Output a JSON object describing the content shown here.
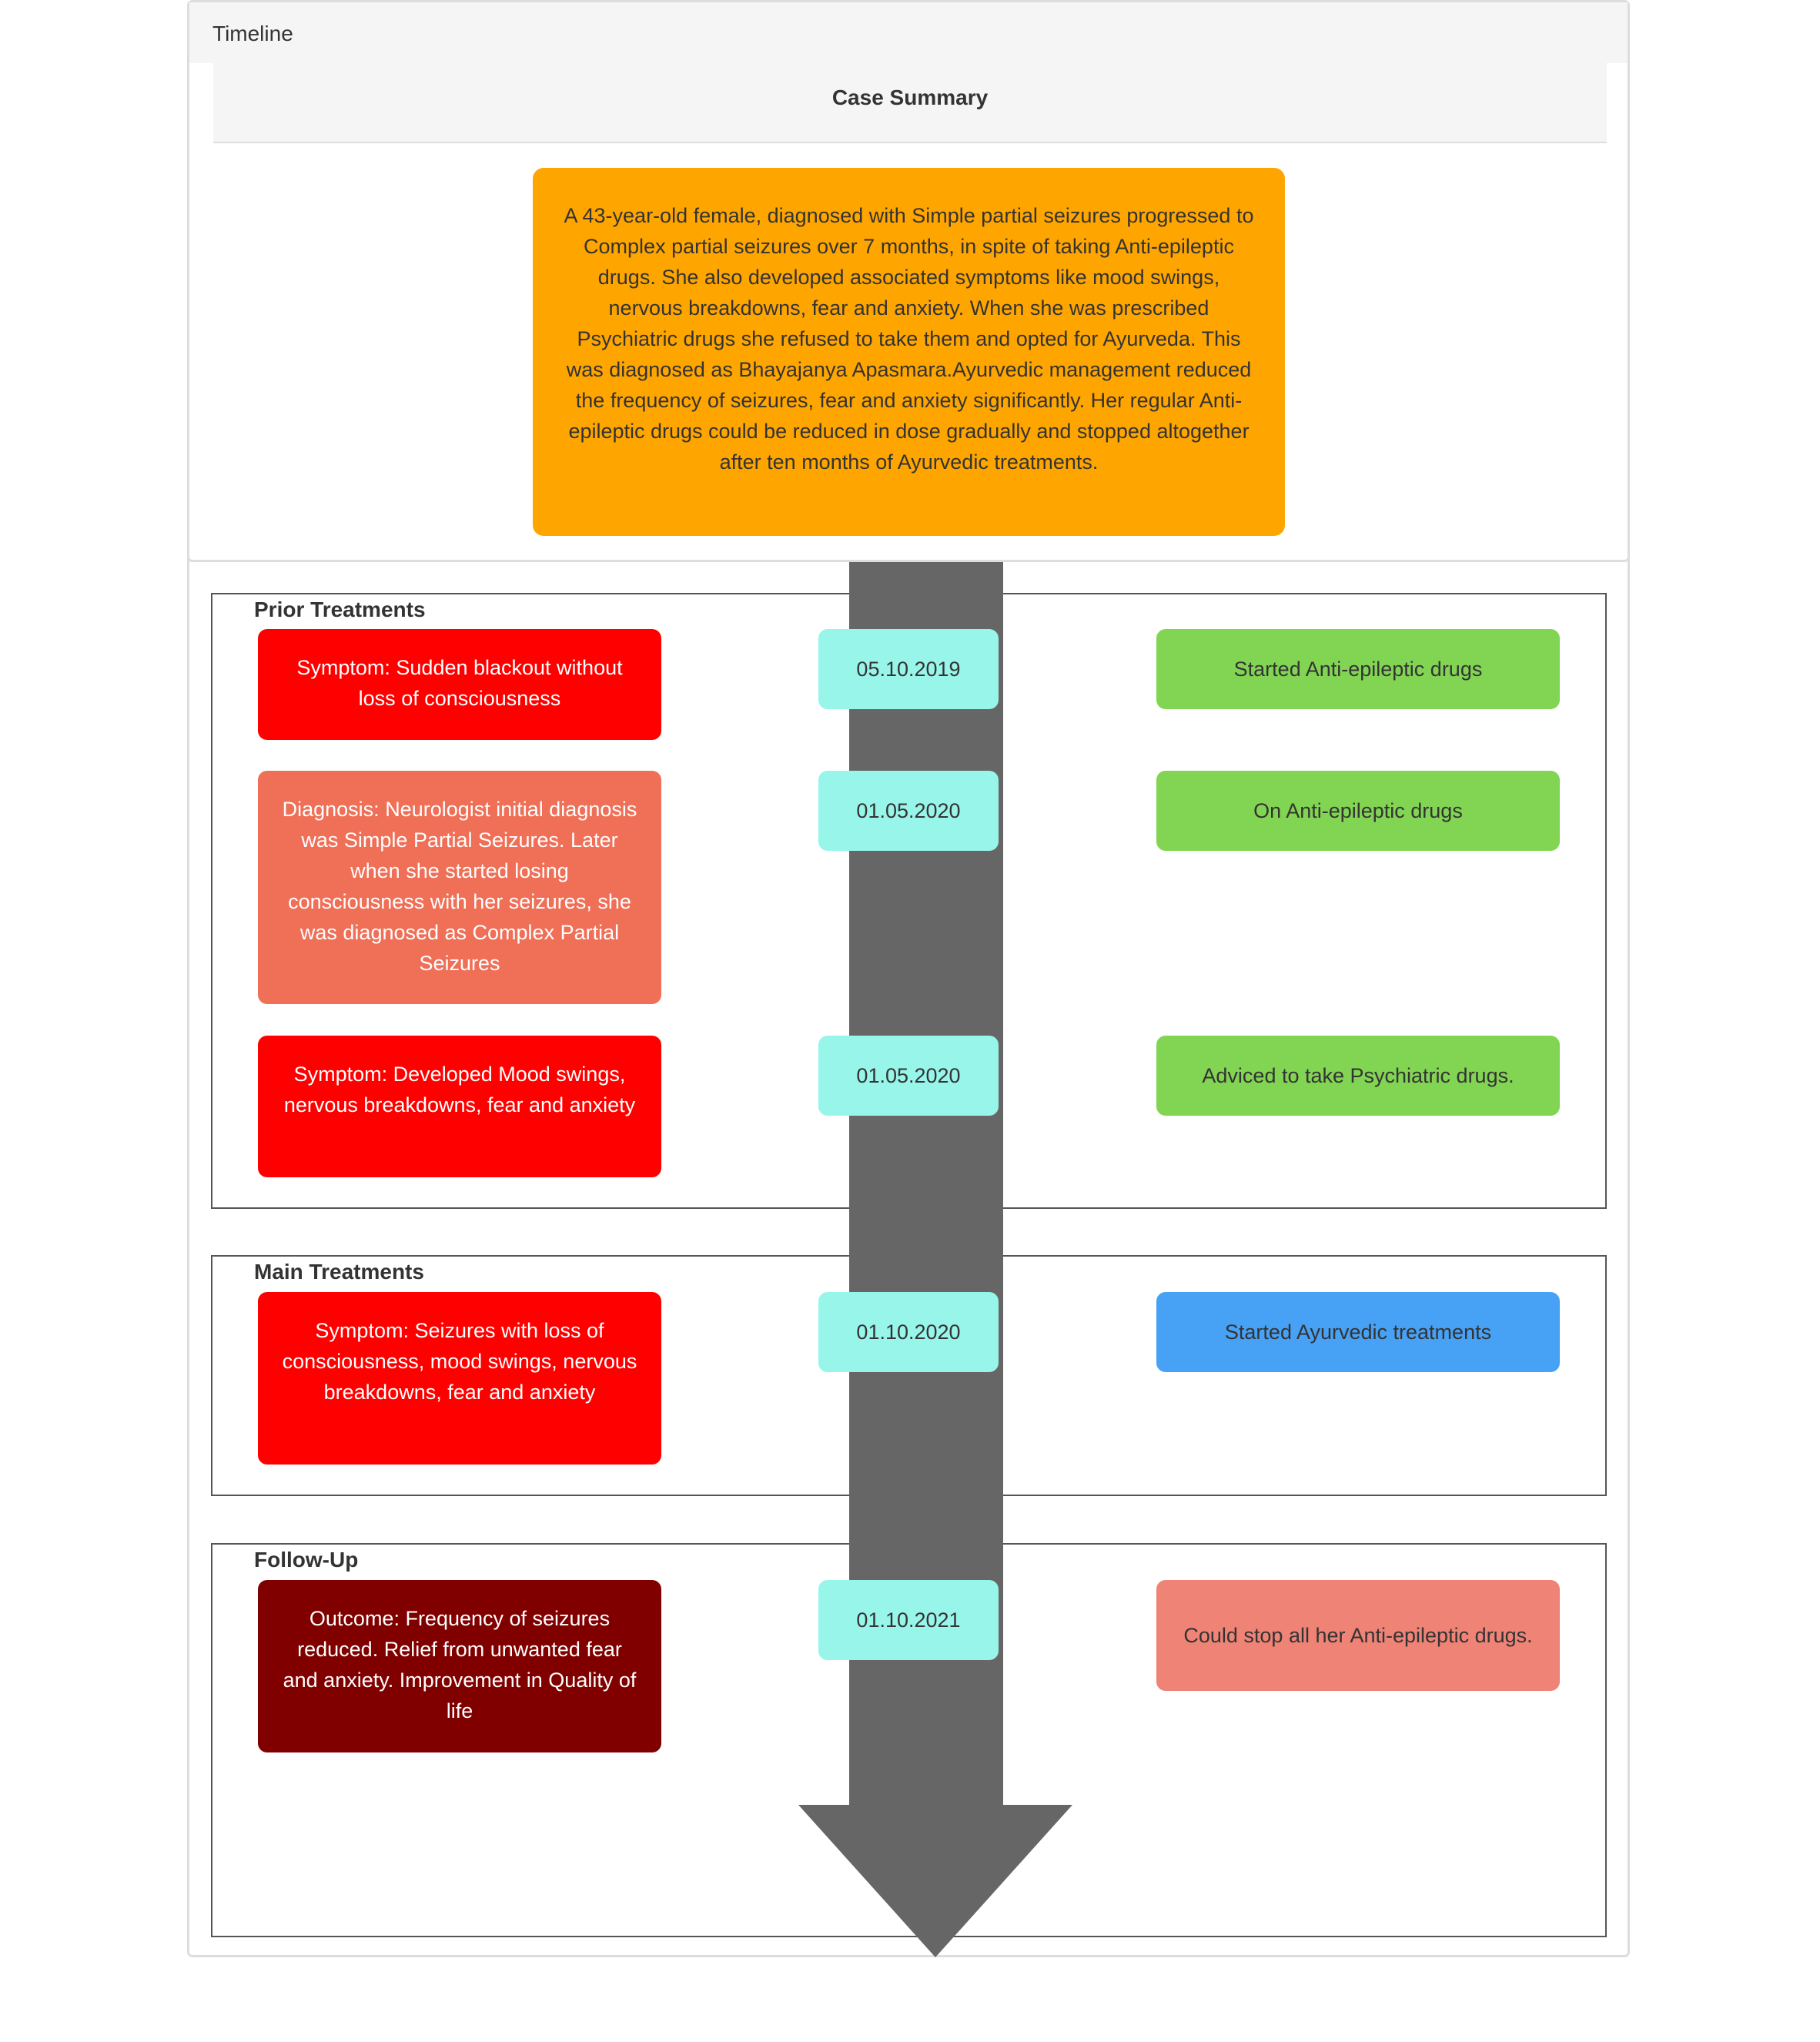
{
  "panel": {
    "title": "Timeline"
  },
  "summary": {
    "heading": "Case Summary",
    "text": "A 43-year-old female, diagnosed with Simple partial seizures progressed to Complex partial seizures over 7 months, in spite of taking Anti-epileptic drugs. She also developed associated symptoms like mood swings, nervous breakdowns, fear and anxiety. When she was prescribed Psychiatric drugs she refused to take them and opted for Ayurveda. This was diagnosed as Bhayajanya Apasmara.Ayurvedic management reduced the frequency of seizures, fear and anxiety significantly. Her regular Anti-epileptic drugs could be reduced in dose gradually and stopped altogether after ten months of Ayurvedic treatments.",
    "color": "#ffa500"
  },
  "sections": {
    "prior": {
      "title": "Prior Treatments"
    },
    "main": {
      "title": "Main Treatments"
    },
    "followup": {
      "title": "Follow-Up"
    }
  },
  "events": [
    {
      "left": "Symptom: Sudden blackout without loss of consciousness",
      "date": "05.10.2019",
      "right": "Started Anti-epileptic drugs",
      "left_color": "#ff0000",
      "right_color": "#82d553"
    },
    {
      "left": "Diagnosis: Neurologist initial diagnosis was Simple Partial Seizures. Later when she started losing consciousness with her seizures, she was diagnosed as Complex Partial Seizures",
      "date": "01.05.2020",
      "right": "On Anti-epileptic drugs",
      "left_color": "#ef6f57",
      "right_color": "#82d553"
    },
    {
      "left": "Symptom: Developed Mood swings, nervous breakdowns, fear and anxiety",
      "date": "01.05.2020",
      "right": "Adviced to take Psychiatric drugs.",
      "left_color": "#ff0000",
      "right_color": "#82d553"
    },
    {
      "left": "Symptom: Seizures with loss of consciousness, mood swings, nervous breakdowns, fear and anxiety",
      "date": "01.10.2020",
      "right": "Started Ayurvedic treatments",
      "left_color": "#ff0000",
      "right_color": "#47a1f5"
    },
    {
      "left": "Outcome: Frequency of seizures reduced. Relief from unwanted fear and anxiety. Improvement in Quality of life",
      "date": "01.10.2021",
      "right": "Could stop all her Anti-epileptic drugs.",
      "left_color": "#800000",
      "right_color": "#ee8376"
    }
  ],
  "colors": {
    "arrow": "#666666",
    "date_box": "#98f5e9",
    "panel_border": "#dddddd",
    "section_border": "#555555"
  }
}
